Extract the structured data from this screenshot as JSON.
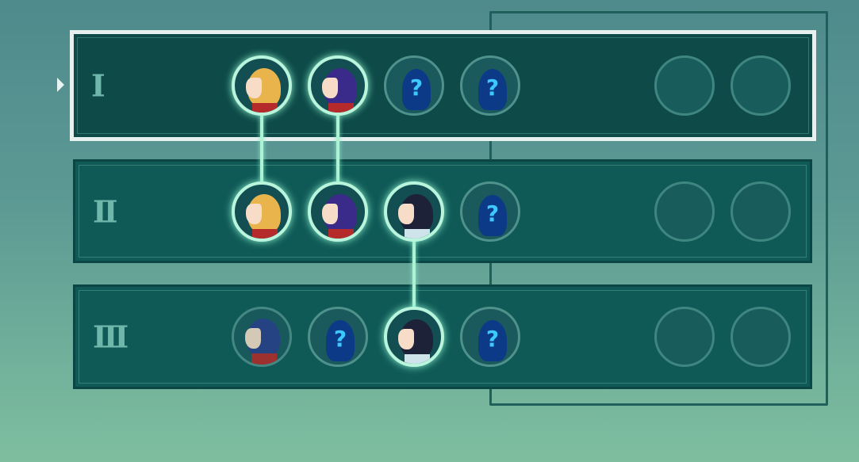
{
  "rows": [
    {
      "numeral": "I",
      "selected": true,
      "slots": [
        {
          "state": "active",
          "portrait": "blond-hair"
        },
        {
          "state": "active",
          "portrait": "purple-hair"
        },
        {
          "state": "unknown",
          "label": "?"
        },
        {
          "state": "unknown",
          "label": "?"
        },
        {
          "state": "empty"
        },
        {
          "state": "empty"
        }
      ]
    },
    {
      "numeral": "II",
      "selected": false,
      "slots": [
        {
          "state": "active",
          "portrait": "blond-hair"
        },
        {
          "state": "active",
          "portrait": "purple-hair"
        },
        {
          "state": "active",
          "portrait": "dark-hair"
        },
        {
          "state": "unknown",
          "label": "?"
        },
        {
          "state": "empty"
        },
        {
          "state": "empty"
        }
      ]
    },
    {
      "numeral": "III",
      "selected": false,
      "slots": [
        {
          "state": "inactive",
          "portrait": "blue-hair"
        },
        {
          "state": "unknown",
          "label": "?"
        },
        {
          "state": "active",
          "portrait": "dark-hair"
        },
        {
          "state": "unknown",
          "label": "?"
        },
        {
          "state": "empty"
        },
        {
          "state": "empty"
        }
      ]
    }
  ],
  "connections": [
    {
      "from_row": 0,
      "to_row": 1,
      "slot": 0
    },
    {
      "from_row": 0,
      "to_row": 1,
      "slot": 1
    },
    {
      "from_row": 1,
      "to_row": 2,
      "slot": 2
    }
  ],
  "colors": {
    "blond-hair": "#e9b44c",
    "purple-hair": "#3a2a8a",
    "dark-hair": "#1e2238",
    "blue-hair": "#2a3f8a",
    "collar-red": "#b52a2a"
  }
}
